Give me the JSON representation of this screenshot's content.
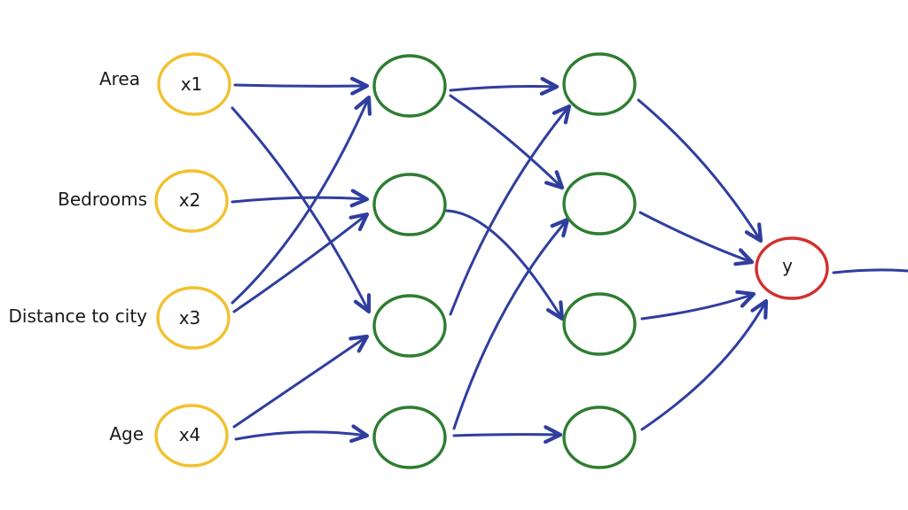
{
  "colors": {
    "input": "#F2C12E",
    "hidden": "#2E7D32",
    "output": "#D32F2F",
    "edge": "#2F3E9E"
  },
  "input_labels": [
    "Area",
    "Bedrooms",
    "Distance to city",
    "Age"
  ],
  "input_nodes": [
    "x1",
    "x2",
    "x3",
    "x4"
  ],
  "output_node": "y"
}
